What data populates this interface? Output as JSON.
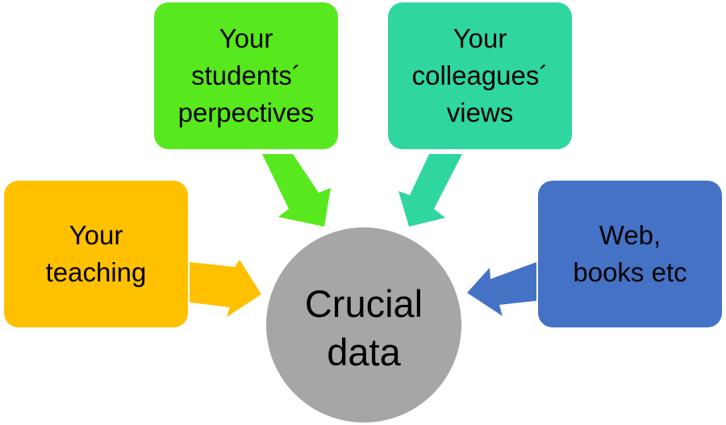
{
  "nodes": {
    "teaching": {
      "line1": "Your",
      "line2": "teaching",
      "color": "#ffc000"
    },
    "students": {
      "line1": "Your",
      "line2": "students´",
      "line3": "perpectives",
      "color": "#58e81e"
    },
    "colleagues": {
      "line1": "Your",
      "line2": "colleagues´",
      "line3": "views",
      "color": "#2fd6a0"
    },
    "web": {
      "line1": "Web,",
      "line2": "books etc",
      "color": "#4472c4"
    },
    "center": {
      "line1": "Crucial",
      "line2": "data",
      "color": "#a6a6a6"
    }
  },
  "edges": [
    {
      "from": "teaching",
      "to": "center"
    },
    {
      "from": "students",
      "to": "center"
    },
    {
      "from": "colleagues",
      "to": "center"
    },
    {
      "from": "web",
      "to": "center"
    }
  ]
}
